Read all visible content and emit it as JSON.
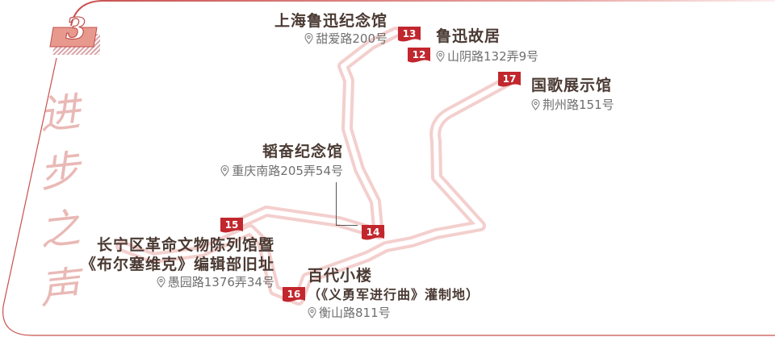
{
  "section": {
    "number": "3",
    "title_chars": [
      "进",
      "步",
      "之",
      "声"
    ]
  },
  "colors": {
    "flag_red": "#c1272d",
    "route_pink": "#f3cfcd",
    "border_red": "#c8504e",
    "title_pink": "#e9b9b6",
    "name_brown": "#4a3a33",
    "address_gray": "#6f6f6f"
  },
  "pin_icon": "map-pin-icon",
  "places": [
    {
      "id": 13,
      "flag": "13",
      "name": "上海鲁迅纪念馆",
      "address": "甜爱路200号"
    },
    {
      "id": 12,
      "flag": "12",
      "name": "鲁迅故居",
      "address": "山阴路132弄9号"
    },
    {
      "id": 17,
      "flag": "17",
      "name": "国歌展示馆",
      "address": "荆州路151号"
    },
    {
      "id": 14,
      "flag": "14",
      "name": "韬奋纪念馆",
      "address": "重庆南路205弄54号"
    },
    {
      "id": 15,
      "flag": "15",
      "name_lines": [
        "长宁区革命文物陈列馆暨",
        "《布尔塞维克》编辑部旧址"
      ],
      "address": "愚园路1376弄34号"
    },
    {
      "id": 16,
      "flag": "16",
      "name_lines": [
        "百代小楼",
        "（《义勇军进行曲》灌制地）"
      ],
      "address": "衡山路811号"
    }
  ]
}
